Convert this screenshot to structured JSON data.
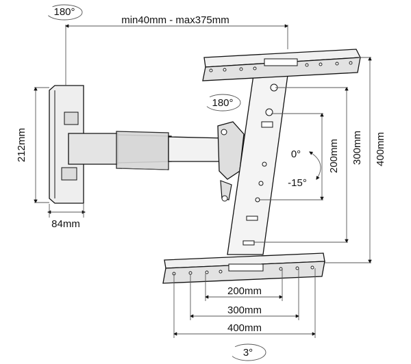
{
  "dimensions": {
    "arm_extension": "min40mm - max375mm",
    "wall_plate_height": "212mm",
    "wall_plate_depth": "84mm",
    "vesa_height_small": "200mm",
    "vesa_height_medium": "300mm",
    "vesa_height_large": "400mm",
    "vesa_width_small": "200mm",
    "vesa_width_medium": "300mm",
    "vesa_width_large": "400mm"
  },
  "rotations": {
    "wall_swivel": "180°",
    "head_swivel": "180°",
    "tilt_top": "0°",
    "tilt_bottom": "-15°",
    "level_adjust": "3°"
  },
  "colors": {
    "line": "#111111",
    "fill_light": "#ececec",
    "fill_mid": "#d4d4d4",
    "background": "#ffffff"
  }
}
